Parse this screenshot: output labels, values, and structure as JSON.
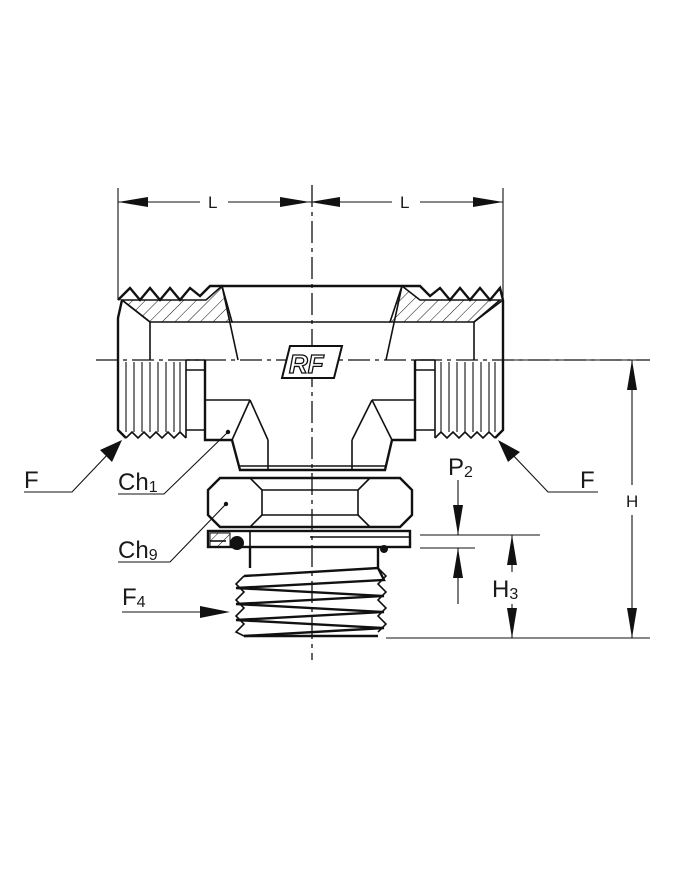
{
  "logo": {
    "text": "RF"
  },
  "labels": {
    "L_left": "L",
    "L_right": "L",
    "F_left": "F",
    "F_right": "F",
    "Ch1_main": "Ch",
    "Ch1_sub": "1",
    "Ch9_main": "Ch",
    "Ch9_sub": "9",
    "F4_main": "F",
    "F4_sub": "4",
    "P2_main": "P",
    "P2_sub": "2",
    "H": "H",
    "H3_main": "H",
    "H3_sub": "3"
  }
}
